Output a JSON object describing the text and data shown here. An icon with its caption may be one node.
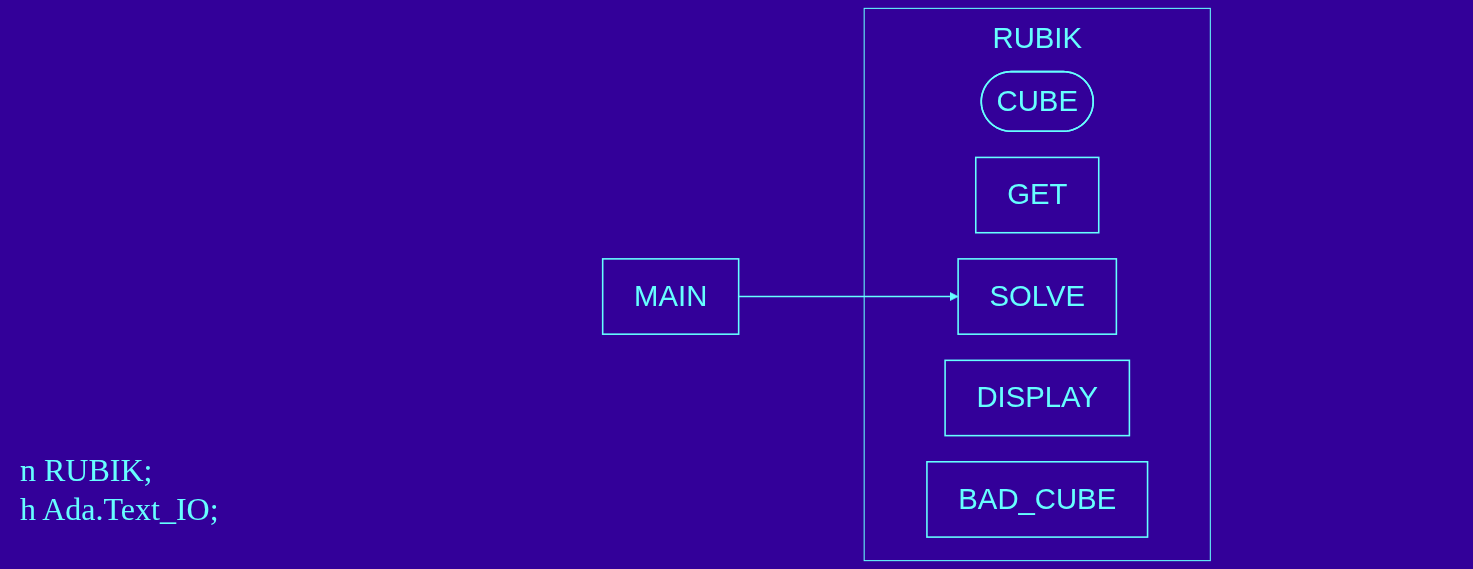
{
  "diagram": {
    "nodes": [
      {
        "text": [
          "MAIN"
        ]
      },
      {
        "text": [
          "RUBIK"
        ]
      },
      {
        "text": [
          "CUBE"
        ],
        "in": 1
      },
      {
        "text": [
          "GET"
        ],
        "in": 1
      },
      {
        "text": [
          "SOLVE"
        ],
        "in": 1
      },
      {
        "text": [
          "DISPLAY"
        ],
        "in": 1
      },
      {
        "text": [
          "BAD_CUBE"
        ],
        "in": 1
      }
    ],
    "edges": [
      {
        "from": 0,
        "to": 4,
        "arrow": "to"
      }
    ],
    "labels": [
      "n RUBIK;",
      "h Ada.Text_IO;"
    ]
  }
}
